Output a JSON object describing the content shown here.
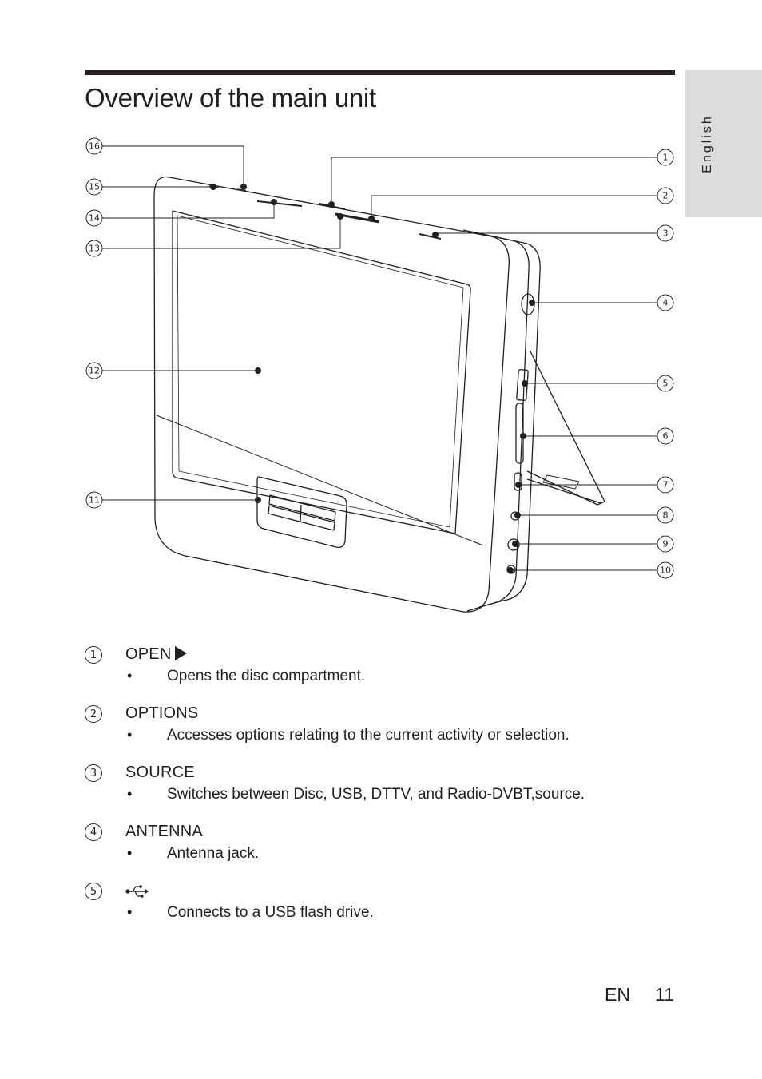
{
  "page": {
    "title": "Overview of the main unit",
    "language_tab": "English",
    "footer_lang": "EN",
    "page_number": "11"
  },
  "diagram": {
    "callouts": [
      "1",
      "2",
      "3",
      "4",
      "5",
      "6",
      "7",
      "8",
      "9",
      "10",
      "11",
      "12",
      "13",
      "14",
      "15",
      "16"
    ]
  },
  "items": [
    {
      "num": "1",
      "title": "OPEN",
      "icon": "eject-triangle-icon",
      "desc": "Opens the disc compartment."
    },
    {
      "num": "2",
      "title": "OPTIONS",
      "desc": "Accesses options relating to the current activity or selection."
    },
    {
      "num": "3",
      "title": "SOURCE",
      "desc": "Switches between Disc, USB, DTTV, and Radio-DVBT,source."
    },
    {
      "num": "4",
      "title": "ANTENNA",
      "desc": "Antenna jack."
    },
    {
      "num": "5",
      "title": "",
      "icon": "usb-icon",
      "desc": "Connects to a USB flash drive."
    }
  ],
  "bullet": "•"
}
